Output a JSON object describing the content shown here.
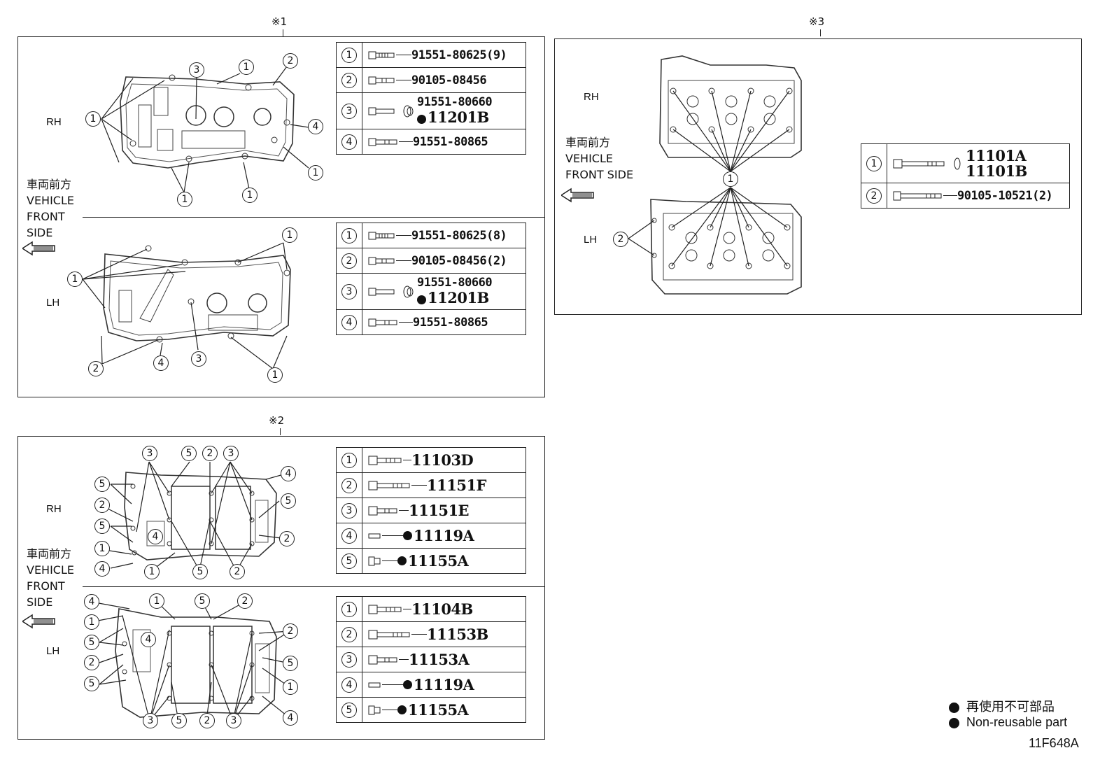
{
  "panels": {
    "p1": {
      "mark": "※1",
      "rh": "RH",
      "lh": "LH",
      "front": [
        "車両前方",
        "VEHICLE",
        "FRONT",
        "SIDE"
      ],
      "rh_parts": [
        {
          "n": "1",
          "part": "91551-80625(9)"
        },
        {
          "n": "2",
          "part": "90105-08456"
        },
        {
          "n": "3",
          "part": "91551-80660",
          "part2": "11201B"
        },
        {
          "n": "4",
          "part": "91551-80865"
        }
      ],
      "lh_parts": [
        {
          "n": "1",
          "part": "91551-80625(8)"
        },
        {
          "n": "2",
          "part": "90105-08456(2)"
        },
        {
          "n": "3",
          "part": "91551-80660",
          "part2": "11201B"
        },
        {
          "n": "4",
          "part": "91551-80865"
        }
      ]
    },
    "p2": {
      "mark": "※2",
      "rh": "RH",
      "lh": "LH",
      "front": [
        "車両前方",
        "VEHICLE",
        "FRONT",
        "SIDE"
      ],
      "rh_parts": [
        {
          "n": "1",
          "part": "11103D"
        },
        {
          "n": "2",
          "part": "11151F"
        },
        {
          "n": "3",
          "part": "11151E"
        },
        {
          "n": "4",
          "part": "11119A"
        },
        {
          "n": "5",
          "part": "11155A"
        }
      ],
      "lh_parts": [
        {
          "n": "1",
          "part": "11104B"
        },
        {
          "n": "2",
          "part": "11153B"
        },
        {
          "n": "3",
          "part": "11153A"
        },
        {
          "n": "4",
          "part": "11119A"
        },
        {
          "n": "5",
          "part": "11155A"
        }
      ]
    },
    "p3": {
      "mark": "※3",
      "rh": "RH",
      "lh": "LH",
      "front": [
        "車両前方",
        "VEHICLE",
        "FRONT SIDE"
      ],
      "parts": [
        {
          "n": "1",
          "part": "11101A",
          "part2": "11101B"
        },
        {
          "n": "2",
          "part": "90105-10521(2)"
        }
      ]
    }
  },
  "footnote": {
    "jp": "再使用不可部品",
    "en": "Non-reusable part"
  },
  "figure_code": "11F648A"
}
